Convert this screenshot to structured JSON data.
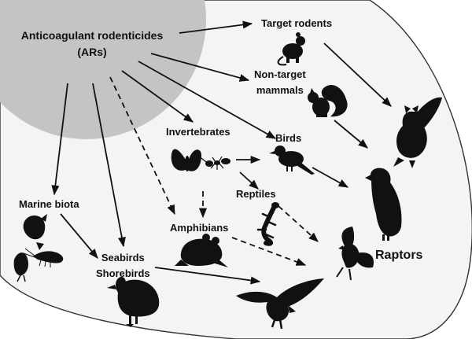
{
  "labels": {
    "source_line1": "Anticoagulant rodenticides",
    "source_line2": "(ARs)",
    "target_rodents": "Target rodents",
    "nontarget_line1": "Non-target",
    "nontarget_line2": "mammals",
    "invertebrates": "Invertebrates",
    "birds": "Birds",
    "marine_biota": "Marine biota",
    "reptiles": "Reptiles",
    "amphibians": "Amphibians",
    "seabirds_line1": "Seabirds",
    "seabirds_line2": "Shorebirds",
    "raptors": "Raptors"
  },
  "colors": {
    "source_disc": "#c4c4c4",
    "oval_fill": "#f4f4f4",
    "oval_stroke": "#333333",
    "silhouette": "#111111",
    "arrow": "#111111",
    "text": "#111111"
  },
  "icons": [
    "rodent-icon",
    "squirrel-icon",
    "moth-icon",
    "ant-icon",
    "songbird-icon",
    "lizard-icon",
    "frog-icon",
    "fish-icon",
    "shrimp-icon",
    "duck-icon",
    "owl-icon",
    "hawk-icon",
    "eagle-icon"
  ],
  "pathways": [
    {
      "from": "Anticoagulant rodenticides (ARs)",
      "to": "Target rodents",
      "style": "solid"
    },
    {
      "from": "Anticoagulant rodenticides (ARs)",
      "to": "Non-target mammals",
      "style": "solid"
    },
    {
      "from": "Anticoagulant rodenticides (ARs)",
      "to": "Birds",
      "style": "solid"
    },
    {
      "from": "Anticoagulant rodenticides (ARs)",
      "to": "Invertebrates",
      "style": "solid"
    },
    {
      "from": "Anticoagulant rodenticides (ARs)",
      "to": "Amphibians",
      "style": "dashed"
    },
    {
      "from": "Anticoagulant rodenticides (ARs)",
      "to": "Seabirds Shorebirds",
      "style": "solid"
    },
    {
      "from": "Anticoagulant rodenticides (ARs)",
      "to": "Marine biota",
      "style": "solid"
    },
    {
      "from": "Invertebrates",
      "to": "Birds",
      "style": "solid"
    },
    {
      "from": "Invertebrates",
      "to": "Reptiles",
      "style": "solid"
    },
    {
      "from": "Invertebrates",
      "to": "Amphibians",
      "style": "dashed"
    },
    {
      "from": "Marine biota",
      "to": "Seabirds Shorebirds",
      "style": "solid"
    },
    {
      "from": "Target rodents",
      "to": "Raptors",
      "style": "solid"
    },
    {
      "from": "Non-target mammals",
      "to": "Raptors",
      "style": "solid"
    },
    {
      "from": "Birds",
      "to": "Raptors",
      "style": "solid"
    },
    {
      "from": "Reptiles",
      "to": "Raptors",
      "style": "dashed"
    },
    {
      "from": "Amphibians",
      "to": "Raptors",
      "style": "dashed"
    },
    {
      "from": "Seabirds Shorebirds",
      "to": "Raptors",
      "style": "solid"
    }
  ]
}
